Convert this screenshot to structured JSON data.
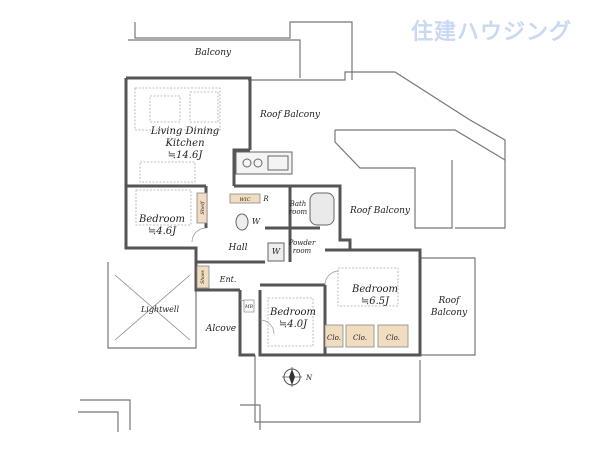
{
  "brand": {
    "logo_text": "住建ハウジング",
    "color": "#c9d9f3"
  },
  "rooms": {
    "balcony_top": "Balcony",
    "roof_balcony_1": "Roof Balcony",
    "roof_balcony_2": "Roof Balcony",
    "roof_balcony_3_line1": "Roof",
    "roof_balcony_3_line2": "Balcony",
    "ldk_line1": "Living Dining",
    "ldk_line2": "Kitchen",
    "ldk_size": "≒14.6J",
    "bedroom_1": "Bedroom",
    "bedroom_1_size": "≒4.6J",
    "bedroom_2": "Bedroom",
    "bedroom_2_size": "≒6.5J",
    "bedroom_3": "Bedroom",
    "bedroom_3_size": "≒4.0J",
    "hall": "Hall",
    "entrance": "Ent.",
    "alcove": "Alcove",
    "lightwell": "Lightwell",
    "bath_line1": "Bath",
    "bath_line2": "room",
    "powder_line1": "Powder",
    "powder_line2": "room",
    "shelf": "Shelf",
    "shoes": "Shoes",
    "wic": "WIC",
    "refrigerator": "R",
    "washer": "W",
    "closet_1": "Clo.",
    "closet_2": "Clo.",
    "closet_3": "Clo.",
    "meter_box": "MB",
    "compass_n": "N"
  },
  "colors": {
    "wall": "#555555",
    "closet_fill": "#f1dcc0",
    "outline": "#777777"
  }
}
